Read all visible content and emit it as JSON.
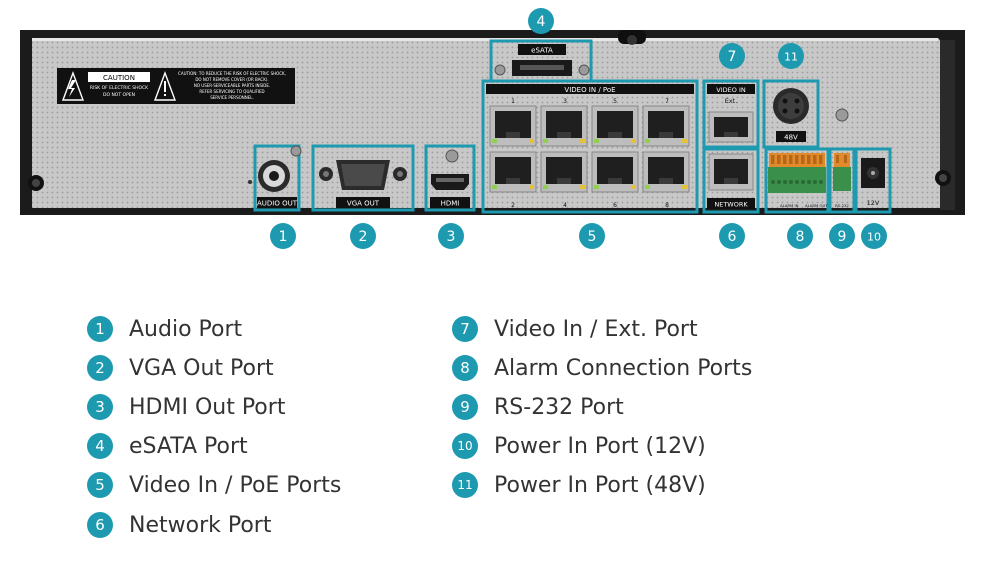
{
  "colors": {
    "accent": "#1e9ab0",
    "panel": "#c9c9c9",
    "frame": "#1b1b1b"
  },
  "device": {
    "caution_title": "CAUTION",
    "caution_lines": [
      "RISK OF ELECTRIC SHOCK",
      "DO NOT OPEN"
    ],
    "warning_lines": [
      "CAUTION: TO REDUCE THE RISK OF ELECTRIC SHOCK,",
      "DO NOT REMOVE COVER (OR BACK).",
      "NO USER-SERVICEABLE PARTS INSIDE.",
      "REFER SERVICING TO QUALIFIED",
      "SERVICE PERSONNEL."
    ],
    "port_labels": {
      "audio_out": "AUDIO OUT",
      "vga_out": "VGA OUT",
      "hdmi": "HDMI",
      "esata": "eSATA",
      "video_in_poe": "VIDEO IN / PoE",
      "video_in": "VIDEO IN",
      "ext": "Ext.",
      "network": "NETWORK",
      "power_48v": "48V",
      "power_12v": "12V",
      "alarm_in": "ALARM IN",
      "alarm_out": "ALARM OUT",
      "rs232": "RS-232"
    },
    "poe_top_numbers": [
      "1",
      "3",
      "5",
      "7"
    ],
    "poe_bottom_numbers": [
      "2",
      "4",
      "6",
      "8"
    ]
  },
  "callouts": [
    {
      "id": "1",
      "label": "Audio Port",
      "icon": "circled-number-1"
    },
    {
      "id": "2",
      "label": "VGA Out Port",
      "icon": "circled-number-2"
    },
    {
      "id": "3",
      "label": "HDMI Out Port",
      "icon": "circled-number-3"
    },
    {
      "id": "4",
      "label": "eSATA Port",
      "icon": "circled-number-4"
    },
    {
      "id": "5",
      "label": "Video In / PoE Ports",
      "icon": "circled-number-5"
    },
    {
      "id": "6",
      "label": "Network Port",
      "icon": "circled-number-6"
    },
    {
      "id": "7",
      "label": "Video In / Ext. Port",
      "icon": "circled-number-7"
    },
    {
      "id": "8",
      "label": "Alarm Connection Ports",
      "icon": "circled-number-8"
    },
    {
      "id": "9",
      "label": "RS-232 Port",
      "icon": "circled-number-9"
    },
    {
      "id": "10",
      "label": "Power In Port (12V)",
      "icon": "circled-number-10"
    },
    {
      "id": "11",
      "label": "Power In Port (48V)",
      "icon": "circled-number-11"
    }
  ]
}
